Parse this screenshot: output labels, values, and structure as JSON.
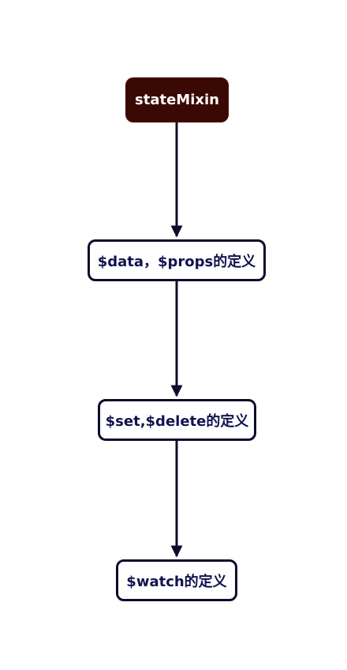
{
  "diagram": {
    "root": {
      "label": "stateMixin"
    },
    "steps": [
      {
        "label": "$data，$props的定义"
      },
      {
        "label": "$set,$delete的定义"
      },
      {
        "label": "$watch的定义"
      }
    ],
    "colors": {
      "root_fill": "#3b0904",
      "root_text": "#ffffff",
      "box_border": "#0c0c2c",
      "box_text": "#12124f",
      "edge": "#0c0c2c"
    }
  }
}
